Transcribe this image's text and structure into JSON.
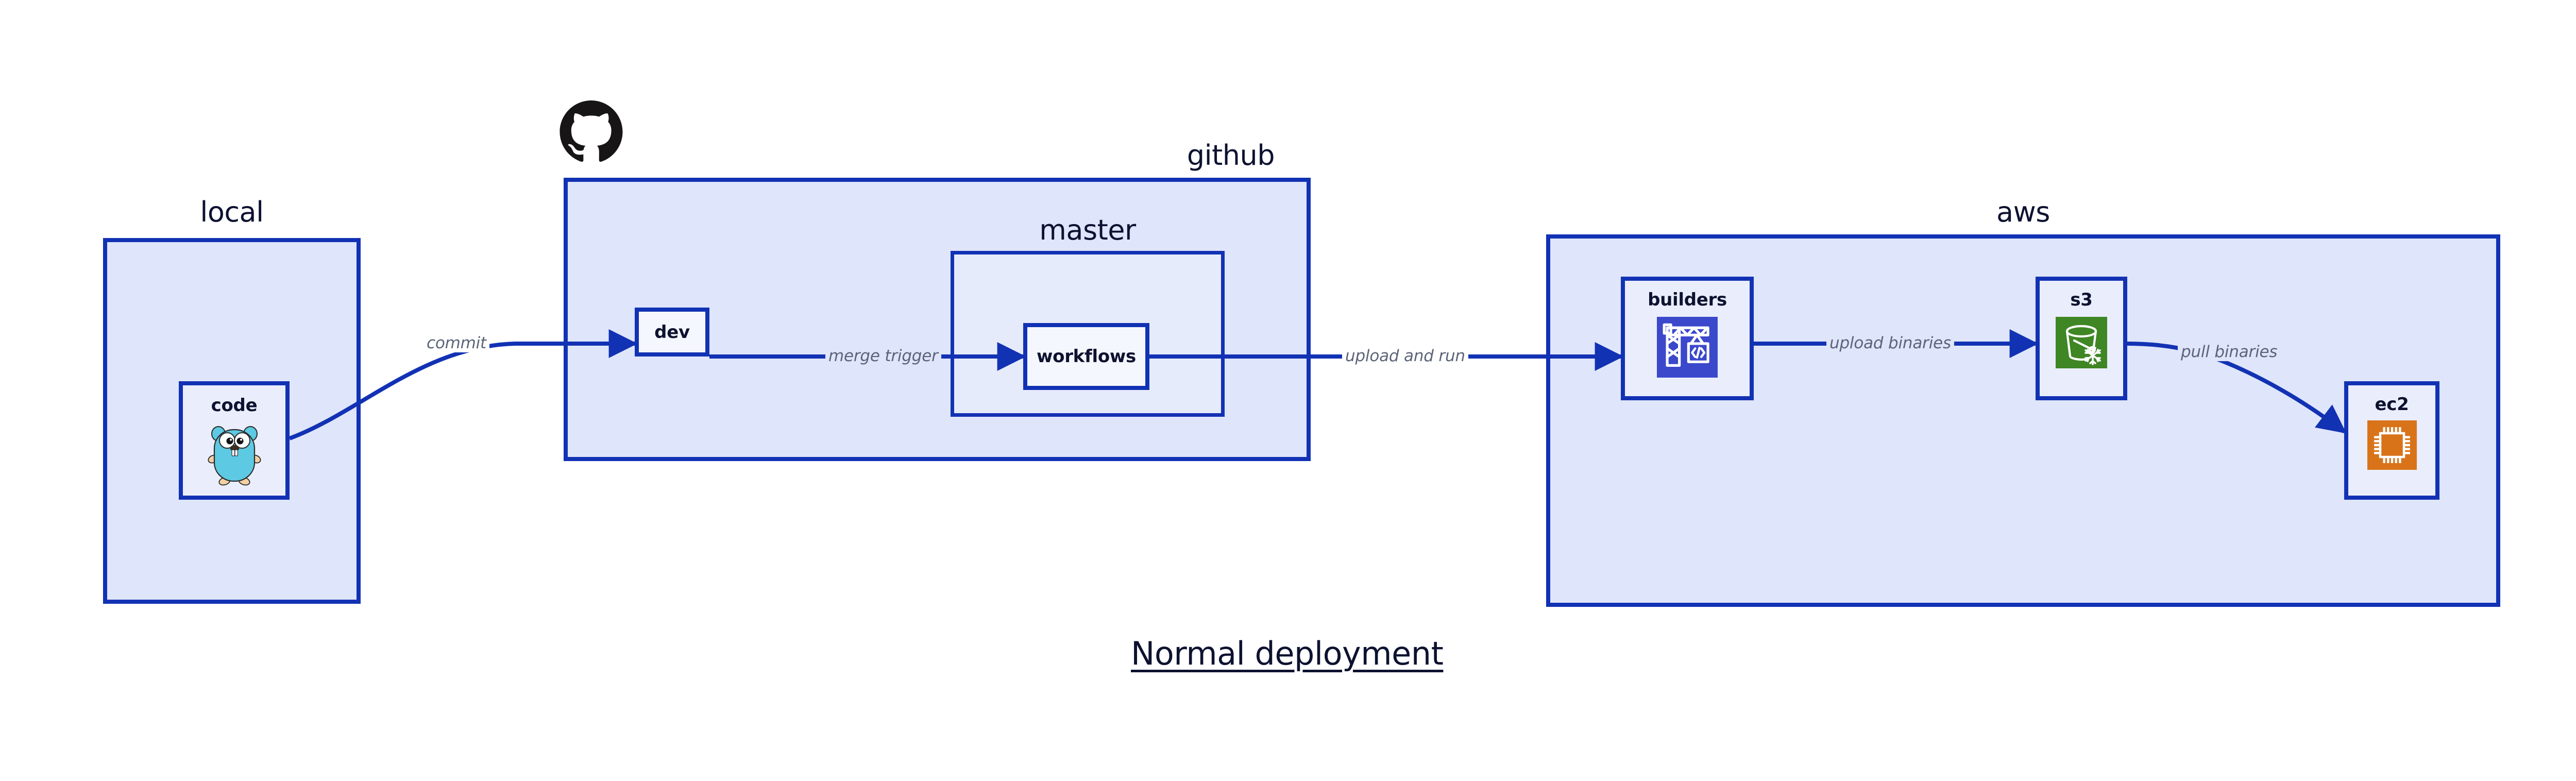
{
  "diagram": {
    "title": "Normal deployment",
    "colors": {
      "container_fill": "#dfe5fa",
      "master_fill": "#e6ebfb",
      "node_fill": "#eaeefc",
      "plain_node_fill": "#f5f7fe",
      "border_blue": "#1232b4",
      "edge_blue": "#1232b4",
      "edge_label_gray": "#5b6478",
      "text_navy": "#0d1230",
      "builders_icon_bg": "#3b48cc",
      "s3_icon_bg": "#3f8624",
      "ec2_icon_bg": "#d9731a",
      "gopher_body": "#5dc9e2",
      "github_mark": "#171515",
      "page_bg": "#ffffff"
    }
  },
  "groups": [
    {
      "id": "local",
      "label": "local"
    },
    {
      "id": "github",
      "label": "github"
    },
    {
      "id": "master",
      "label": "master"
    },
    {
      "id": "aws",
      "label": "aws"
    }
  ],
  "nodes": [
    {
      "id": "code",
      "label": "code",
      "icon": "go-gopher-icon",
      "group": "local"
    },
    {
      "id": "dev",
      "label": "dev",
      "icon": null,
      "group": "github"
    },
    {
      "id": "workflows",
      "label": "workflows",
      "icon": null,
      "group": "master"
    },
    {
      "id": "builders",
      "label": "builders",
      "icon": "crane-code-icon",
      "group": "aws"
    },
    {
      "id": "s3",
      "label": "s3",
      "icon": "s3-bucket-icon",
      "group": "aws"
    },
    {
      "id": "ec2",
      "label": "ec2",
      "icon": "cpu-chip-icon",
      "group": "aws"
    }
  ],
  "edges": [
    {
      "id": "commit",
      "label": "commit",
      "from": "code",
      "to": "dev"
    },
    {
      "id": "merge-trigger",
      "label": "merge trigger",
      "from": "dev",
      "to": "workflows"
    },
    {
      "id": "upload-and-run",
      "label": "upload and run",
      "from": "workflows",
      "to": "builders"
    },
    {
      "id": "upload-binaries",
      "label": "upload binaries",
      "from": "builders",
      "to": "s3"
    },
    {
      "id": "pull-binaries",
      "label": "pull binaries",
      "from": "s3",
      "to": "ec2"
    }
  ],
  "branding": {
    "github_logo": "github-octocat-icon"
  }
}
